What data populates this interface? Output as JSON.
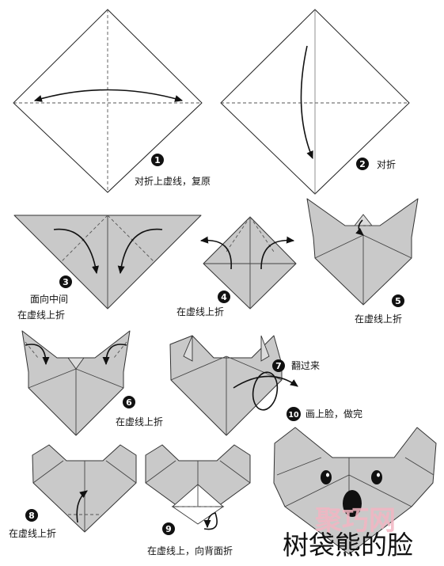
{
  "steps": [
    {
      "num": "1",
      "caption": "对折上虚线，复原"
    },
    {
      "num": "2",
      "caption": "对折"
    },
    {
      "num": "3",
      "caption_line1": "面向中间",
      "caption_line2": "在虚线上折"
    },
    {
      "num": "4",
      "caption": "在虚线上折"
    },
    {
      "num": "5",
      "caption": "在虚线上折"
    },
    {
      "num": "6",
      "caption": "在虚线上折"
    },
    {
      "num": "7",
      "caption": "翻过来"
    },
    {
      "num": "8",
      "caption": "在虚线上折"
    },
    {
      "num": "9",
      "caption": "在虚线上，向背面折"
    },
    {
      "num": "10",
      "caption": "画上脸，做完"
    }
  ],
  "title": "树袋熊的脸",
  "watermark": "聚巧网",
  "colors": {
    "paper": "#c9c9c9",
    "ink": "#111111",
    "watermark": "#f3b6c2"
  }
}
